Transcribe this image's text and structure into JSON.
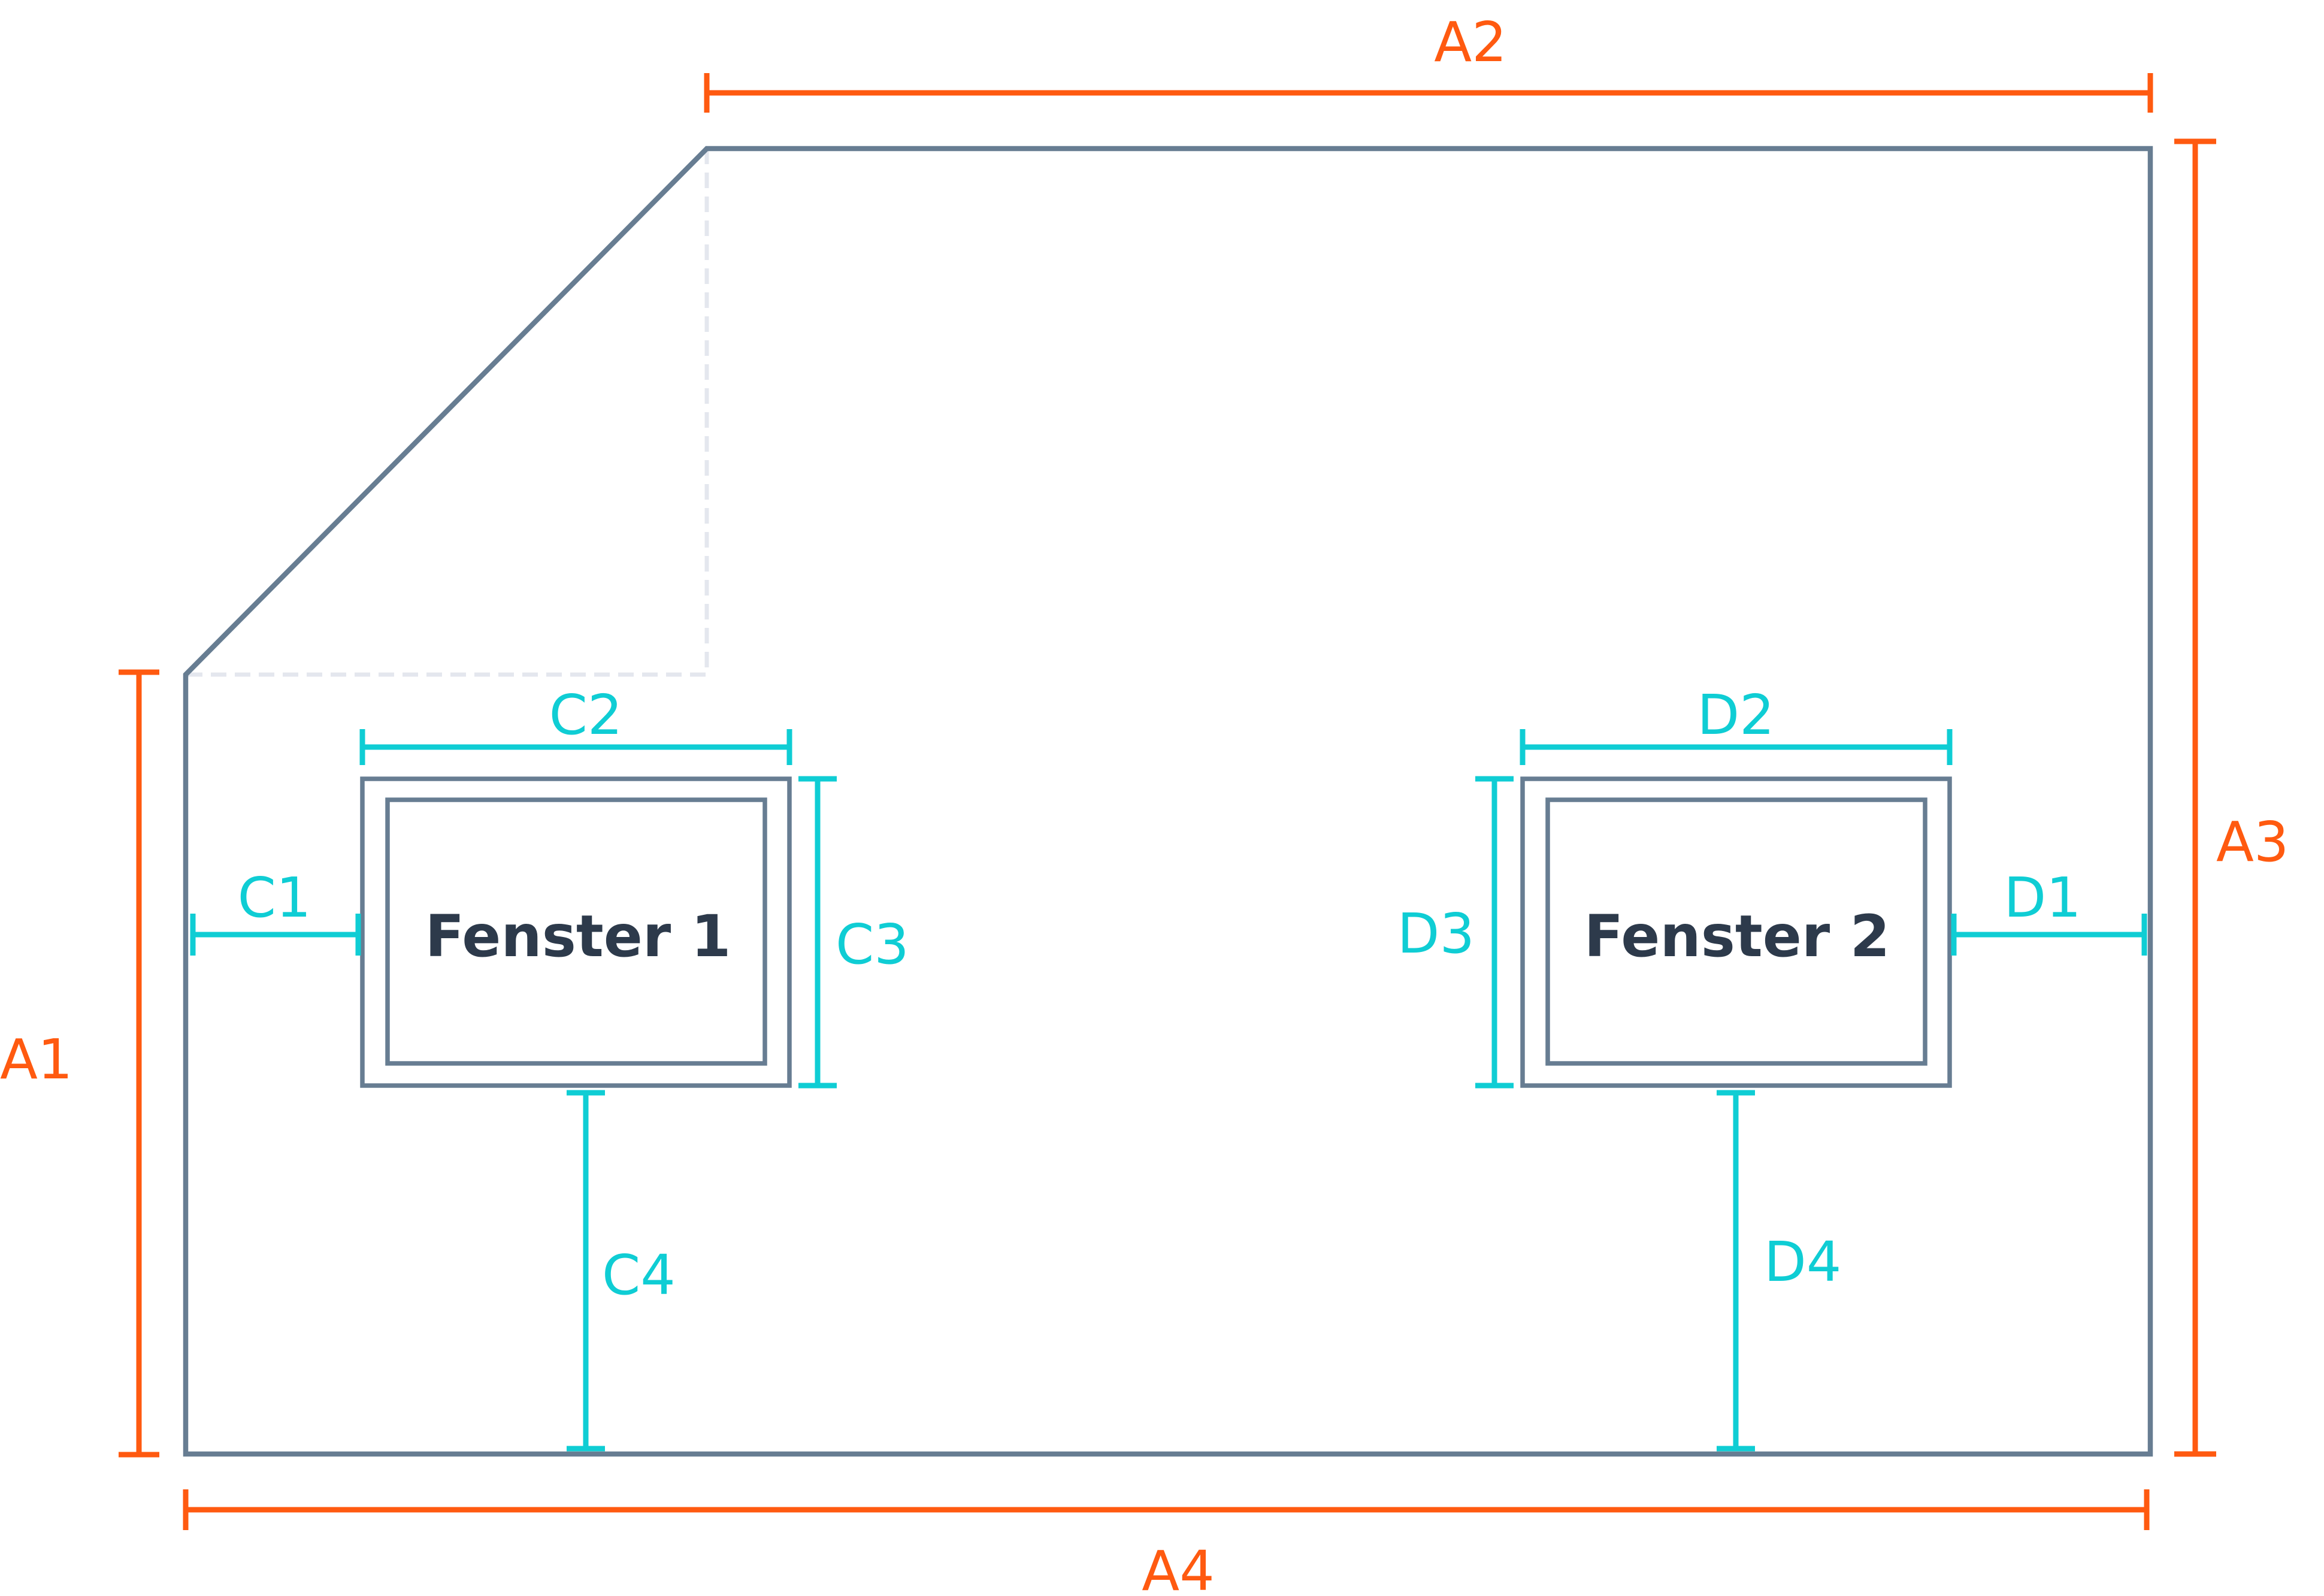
{
  "colors": {
    "primary_dimension": "#ff5a10",
    "secondary_dimension": "#0fcdd4",
    "outline": "#677d92",
    "window_text": "#2d3a4b"
  },
  "outer_dimensions": {
    "a1": "A1",
    "a2": "A2",
    "a3": "A3",
    "a4": "A4"
  },
  "windows": [
    {
      "title": "Fenster 1",
      "dimensions": {
        "side": "C1",
        "width": "C2",
        "height": "C3",
        "bottom": "C4"
      }
    },
    {
      "title": "Fenster 2",
      "dimensions": {
        "side": "D1",
        "width": "D2",
        "height": "D3",
        "bottom": "D4"
      }
    }
  ]
}
